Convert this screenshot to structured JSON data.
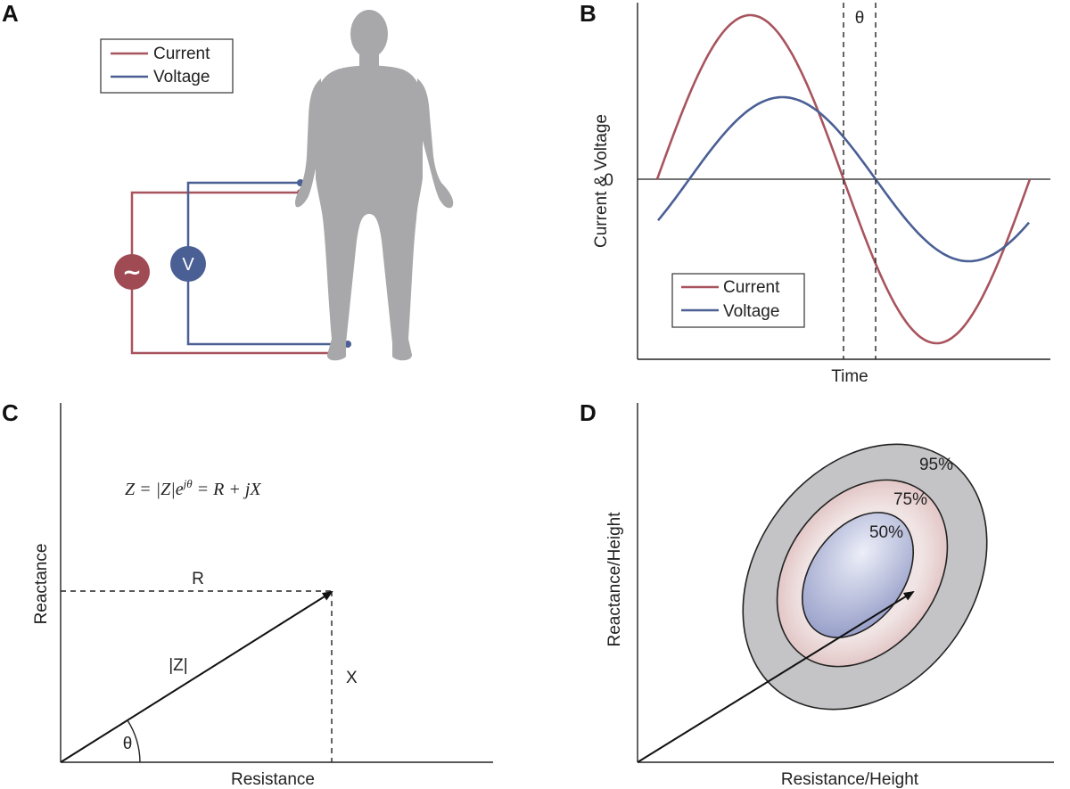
{
  "panel_a": {
    "letter": "A",
    "legend": [
      {
        "label": "Current",
        "color": "#a8545e"
      },
      {
        "label": "Voltage",
        "color": "#4a5f94"
      }
    ],
    "source_symbol": "~",
    "meter_symbol": "V"
  },
  "panel_b": {
    "letter": "B",
    "ylabel": "Current & Voltage",
    "xlabel": "Time",
    "zero_label": "0",
    "phase_label": "θ",
    "legend": [
      {
        "label": "Current",
        "color": "#a8545e"
      },
      {
        "label": "Voltage",
        "color": "#4a5f94"
      }
    ]
  },
  "panel_c": {
    "letter": "C",
    "equation": {
      "lhs": "Z = |Z|e",
      "sup": "jθ",
      "rhs": " = R + jX"
    },
    "ylabel": "Reactance",
    "xlabel": "Resistance",
    "r_label": "R",
    "x_label": "X",
    "z_label": "|Z|",
    "theta_label": "θ"
  },
  "panel_d": {
    "letter": "D",
    "ylabel": "Reactance/Height",
    "xlabel": "Resistance/Height",
    "ellipses": [
      {
        "label": "95%",
        "color": "#c4c4c6"
      },
      {
        "label": "75%",
        "color": "#e4cccc"
      },
      {
        "label": "50%",
        "color": "#b8bedd"
      }
    ]
  },
  "colors": {
    "current": "#a8545e",
    "voltage": "#4a5f94",
    "body": "#a8a8aa"
  }
}
